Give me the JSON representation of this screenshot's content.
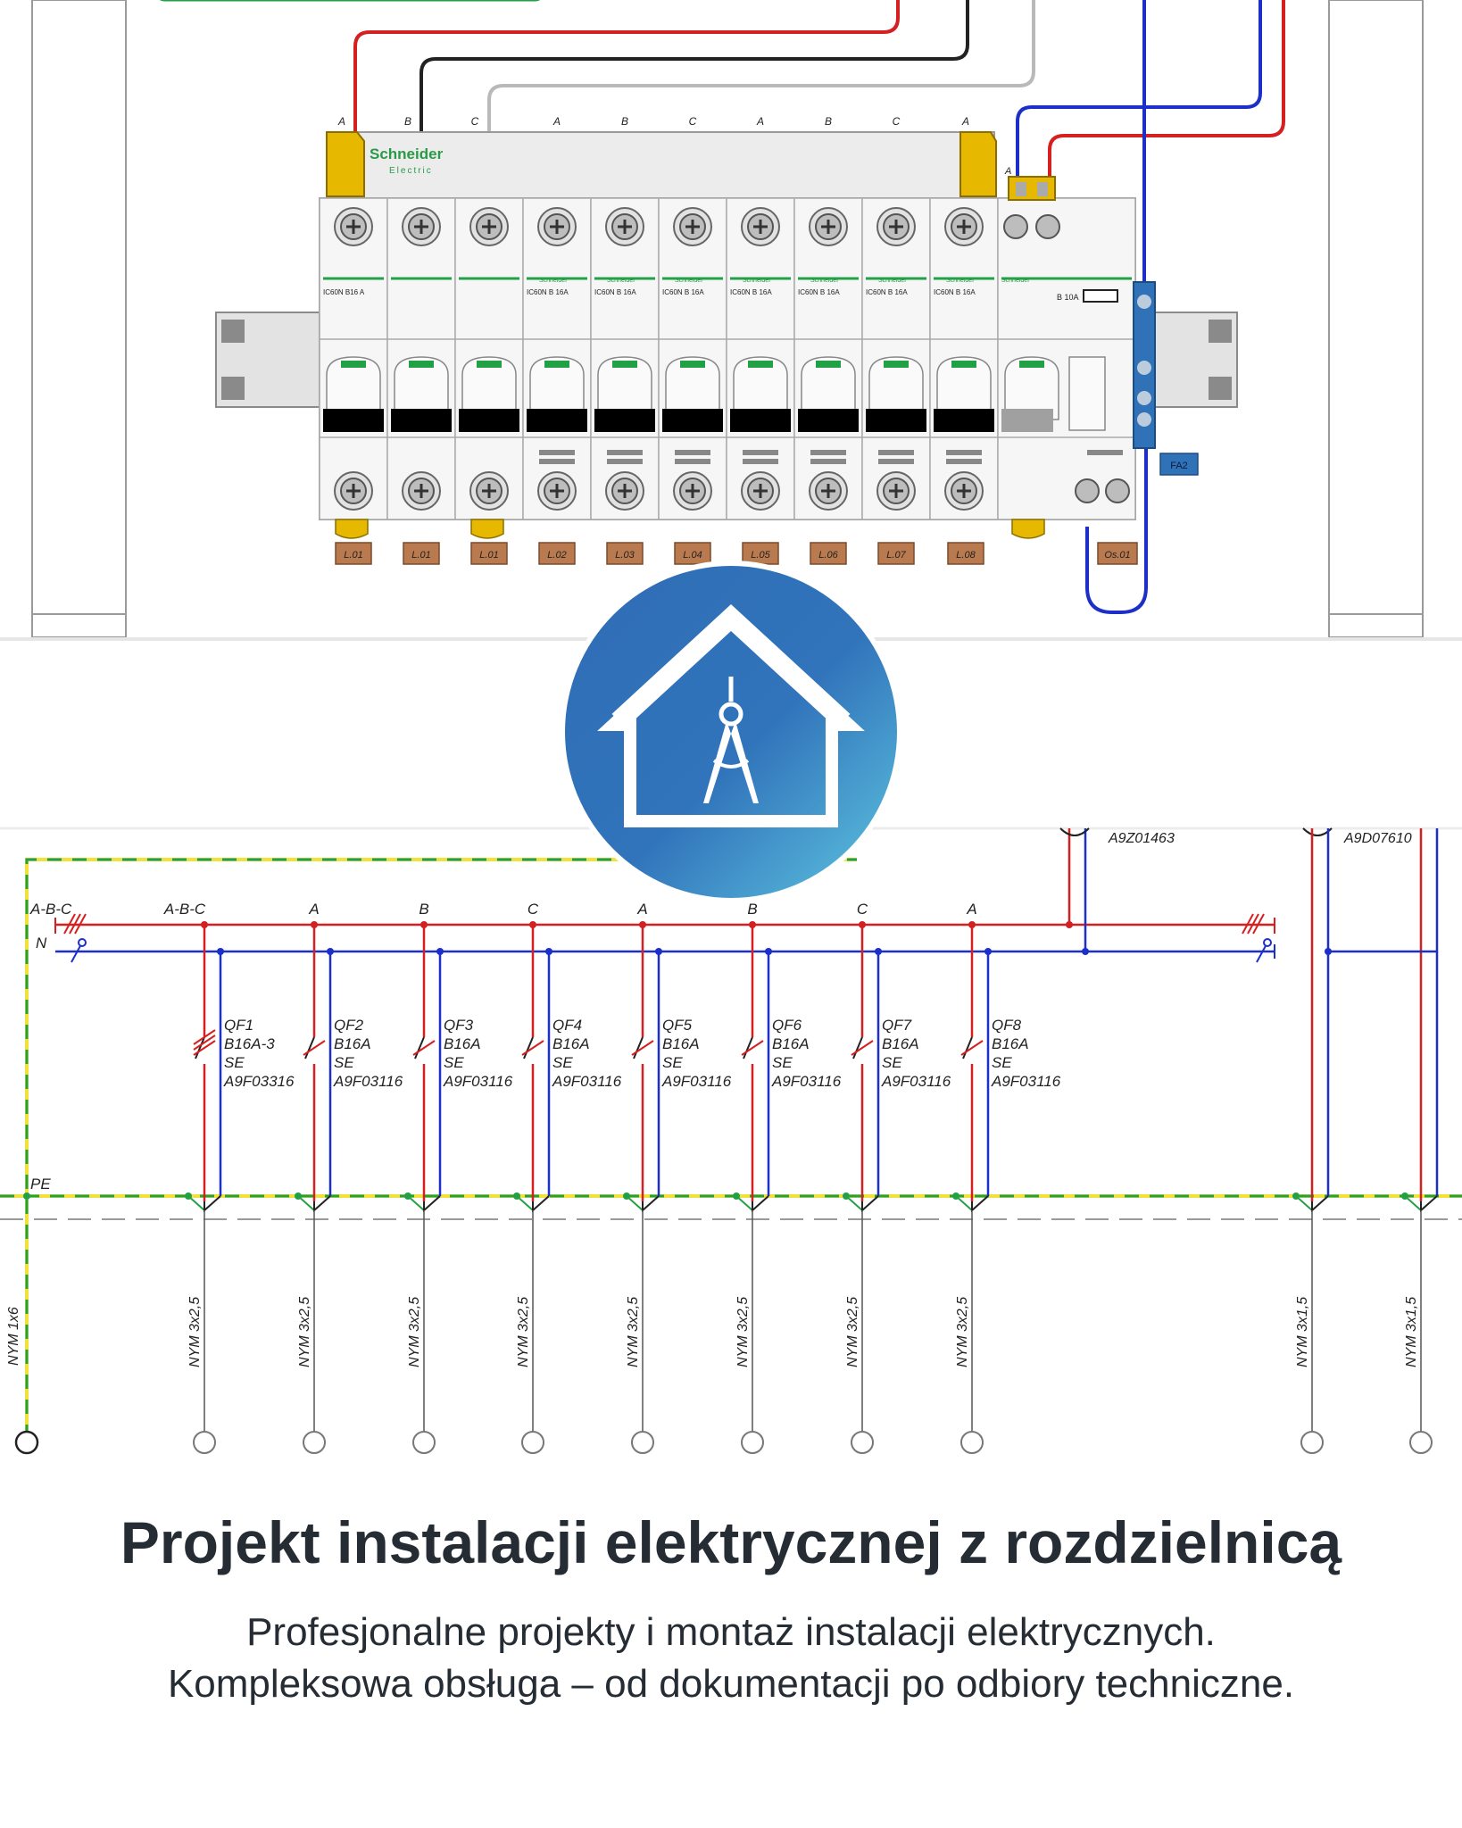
{
  "board": {
    "brand": "Schneider",
    "brand_sub": "Electric",
    "phases_top": [
      "A",
      "B",
      "C",
      "A",
      "B",
      "C",
      "A",
      "B",
      "C",
      "A"
    ],
    "phase_right": "A",
    "neutral": "N",
    "module_main": "IC60N B16 A",
    "module_branch": "IC60N B 16A",
    "module_rcd": "B 10A",
    "rcd_tag": "FA2",
    "circuit_labels": [
      "L.01",
      "L.01",
      "L.01",
      "L.02",
      "L.03",
      "L.04",
      "L.05",
      "L.06",
      "L.07",
      "L.08"
    ],
    "extra_label": "Os.01"
  },
  "logo": {
    "icon": "house-compass-icon",
    "colors": [
      "#2f6db5",
      "#5ec6e0"
    ]
  },
  "schematic": {
    "bus_label_phase": "A-B-C",
    "bus_label_neutral": "N",
    "pe_label": "PE",
    "right_parts": [
      "A9Z01463",
      "A9D07610"
    ],
    "feeder_cable": "NYM 1x6",
    "breakers": [
      {
        "phase": "A-B-C",
        "id": "QF1",
        "rating": "B16A-3",
        "maker": "SE",
        "code": "A9F03316",
        "cable": "NYM 3x2,5"
      },
      {
        "phase": "A",
        "id": "QF2",
        "rating": "B16A",
        "maker": "SE",
        "code": "A9F03116",
        "cable": "NYM 3x2,5"
      },
      {
        "phase": "B",
        "id": "QF3",
        "rating": "B16A",
        "maker": "SE",
        "code": "A9F03116",
        "cable": "NYM 3x2,5"
      },
      {
        "phase": "C",
        "id": "QF4",
        "rating": "B16A",
        "maker": "SE",
        "code": "A9F03116",
        "cable": "NYM 3x2,5"
      },
      {
        "phase": "A",
        "id": "QF5",
        "rating": "B16A",
        "maker": "SE",
        "code": "A9F03116",
        "cable": "NYM 3x2,5"
      },
      {
        "phase": "B",
        "id": "QF6",
        "rating": "B16A",
        "maker": "SE",
        "code": "A9F03116",
        "cable": "NYM 3x2,5"
      },
      {
        "phase": "C",
        "id": "QF7",
        "rating": "B16A",
        "maker": "SE",
        "code": "A9F03116",
        "cable": "NYM 3x2,5"
      },
      {
        "phase": "A",
        "id": "QF8",
        "rating": "B16A",
        "maker": "SE",
        "code": "A9F03116",
        "cable": "NYM 3x2,5"
      }
    ],
    "right_cables": [
      "NYM 3x1,5",
      "NYM 3x1,5"
    ]
  },
  "heading": {
    "title": "Projekt instalacji elektrycznej z rozdzielnicą",
    "subtitle_line1": "Profesjonalne projekty i montaż instalacji elektrycznych.",
    "subtitle_line2": "Kompleksowa obsługa – od dokumentacji po odbiory techniczne."
  },
  "colors": {
    "phase": "#d42020",
    "neutral": "#1c2fc8",
    "pe_green": "#22a046",
    "pe_yellow": "#f0e23a",
    "breaker_yellow": "#e6b800",
    "label_brown": "#b97a4f",
    "text_dark": "#262c33"
  }
}
